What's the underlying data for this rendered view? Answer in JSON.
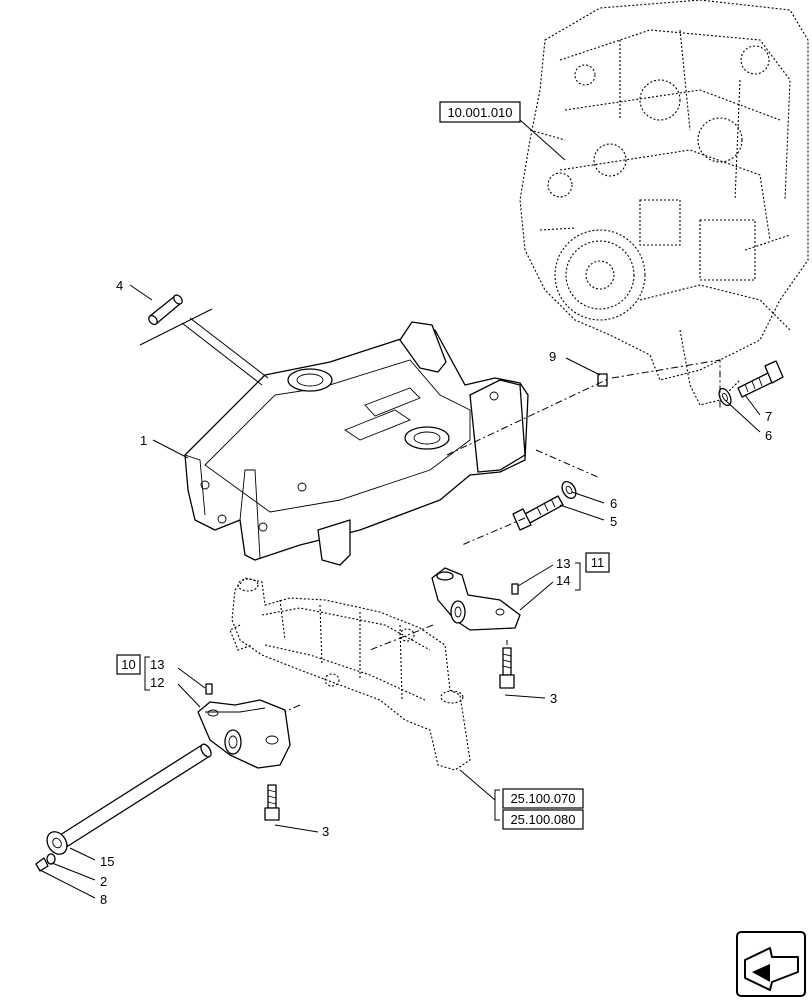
{
  "references": {
    "engine": "10.001.010",
    "axle_a": "25.100.070",
    "axle_b": "25.100.080",
    "group_left": "10",
    "group_right": "11"
  },
  "callouts": {
    "c1": "1",
    "c2": "2",
    "c3a": "3",
    "c3b": "3",
    "c4": "4",
    "c5": "5",
    "c6a": "6",
    "c6b": "6",
    "c7": "7",
    "c8": "8",
    "c9": "9",
    "c12": "12",
    "c13a": "13",
    "c13b": "13",
    "c14": "14",
    "c15": "15"
  },
  "icons": {
    "corner": "navigation-arrow-icon"
  }
}
